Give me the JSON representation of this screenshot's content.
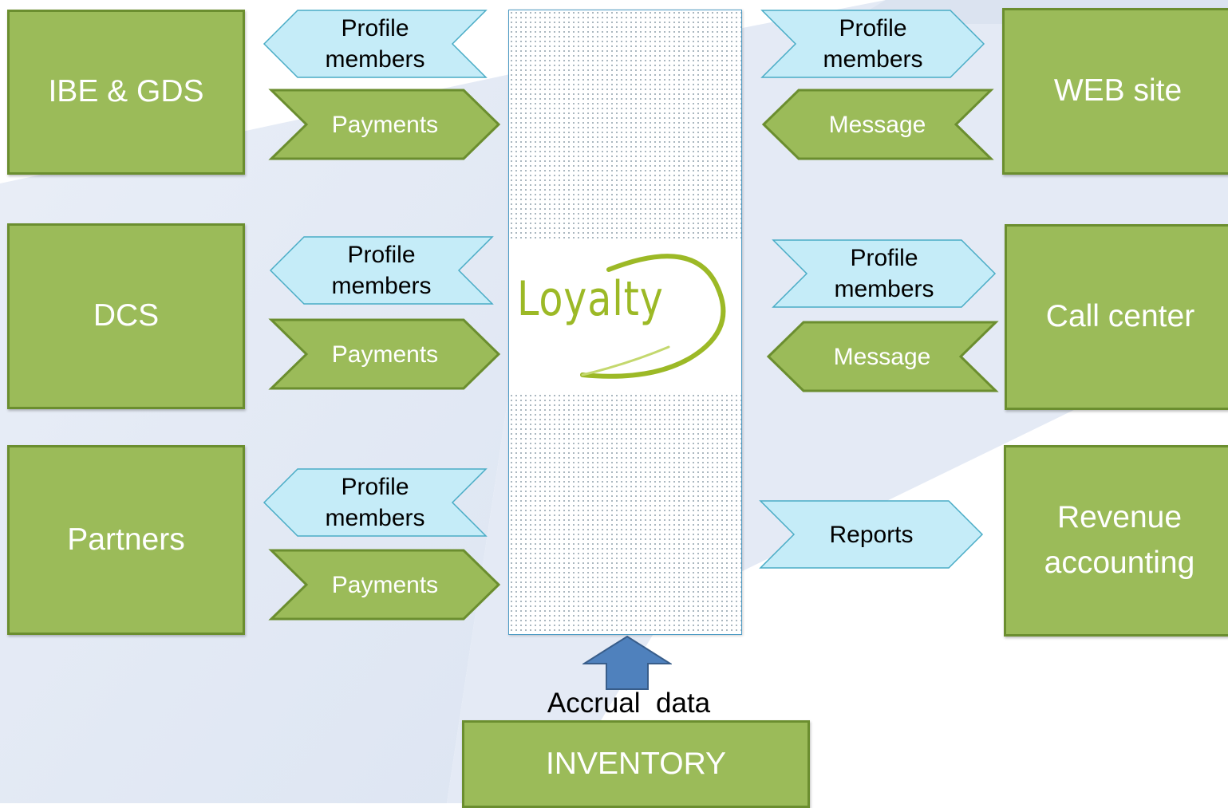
{
  "boxes": {
    "ibe_gds": "IBE & GDS",
    "dcs": "DCS",
    "partners": "Partners",
    "web_site": "WEB site",
    "call_center": "Call center",
    "revenue_line1": "Revenue",
    "revenue_line2": "accounting",
    "inventory": "INVENTORY"
  },
  "center": {
    "logo_text": "Loyalty"
  },
  "left_flows": {
    "ibe": {
      "profile_line1": "Profile",
      "profile_line2": "members",
      "payments": "Payments"
    },
    "dcs": {
      "profile_line1": "Profile",
      "profile_line2": "members",
      "payments": "Payments"
    },
    "partners": {
      "profile_line1": "Profile",
      "profile_line2": "members",
      "payments": "Payments"
    }
  },
  "right_flows": {
    "web": {
      "profile_line1": "Profile",
      "profile_line2": "members",
      "message": "Message"
    },
    "call": {
      "profile_line1": "Profile",
      "profile_line2": "members",
      "message": "Message"
    },
    "revenue": {
      "reports": "Reports"
    }
  },
  "bottom": {
    "accrual_label": "Accrual  data"
  },
  "colors": {
    "box_green": "#9bbb59",
    "box_border": "#6b8e2f",
    "blue_shape_fill": "#c5ecf8",
    "blue_shape_stroke": "#4aacc6",
    "arrow_blue": "#4f81bd",
    "logo_green": "#9cb926"
  }
}
